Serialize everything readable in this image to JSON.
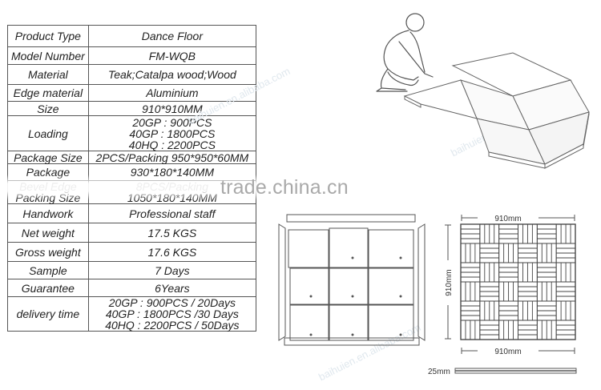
{
  "specs": [
    {
      "label": "Product Type",
      "value": [
        "Dance Floor"
      ]
    },
    {
      "label": "Model Number",
      "value": [
        "FM-WQB"
      ]
    },
    {
      "label": "Material",
      "value": [
        "Teak;Catalpa wood;Wood"
      ]
    },
    {
      "label": "Edge material",
      "value": [
        "Aluminium"
      ]
    },
    {
      "label": "Size",
      "value": [
        "910*910MM"
      ]
    },
    {
      "label": "Loading",
      "value": [
        "20GP : 900PCS",
        "40GP : 1800PCS",
        "40HQ : 2200PCS"
      ]
    },
    {
      "label": "Package Size",
      "value": [
        "2PCS/Packing 950*950*60MM"
      ]
    },
    {
      "label": "Package",
      "value": [
        "930*180*140MM"
      ]
    },
    {
      "label": "Bevel Edge Packing Size",
      "value": [
        "8PCS/Packing",
        "1050*180*140MM"
      ]
    },
    {
      "label": "Handwork",
      "value": [
        "Professional staff"
      ]
    },
    {
      "label": "Net weight",
      "value": [
        "17.5 KGS"
      ]
    },
    {
      "label": "Gross weight",
      "value": [
        "17.6 KGS"
      ]
    },
    {
      "label": "Sample",
      "value": [
        "7 Days"
      ]
    },
    {
      "label": "Guarantee",
      "value": [
        "6Years"
      ]
    },
    {
      "label": "delivery time",
      "value": [
        "20GP : 900PCS / 20Days",
        "40GP : 1800PCS /30 Days",
        "40HQ : 2200PCS / 50Days"
      ]
    }
  ],
  "watermark": {
    "main": "trade.china.cn",
    "diagonal": "baihuien.en.alibaba.com"
  },
  "dimensions": {
    "top": "910mm",
    "side": "910mm",
    "bottom": "910mm",
    "thickness": "25mm"
  }
}
